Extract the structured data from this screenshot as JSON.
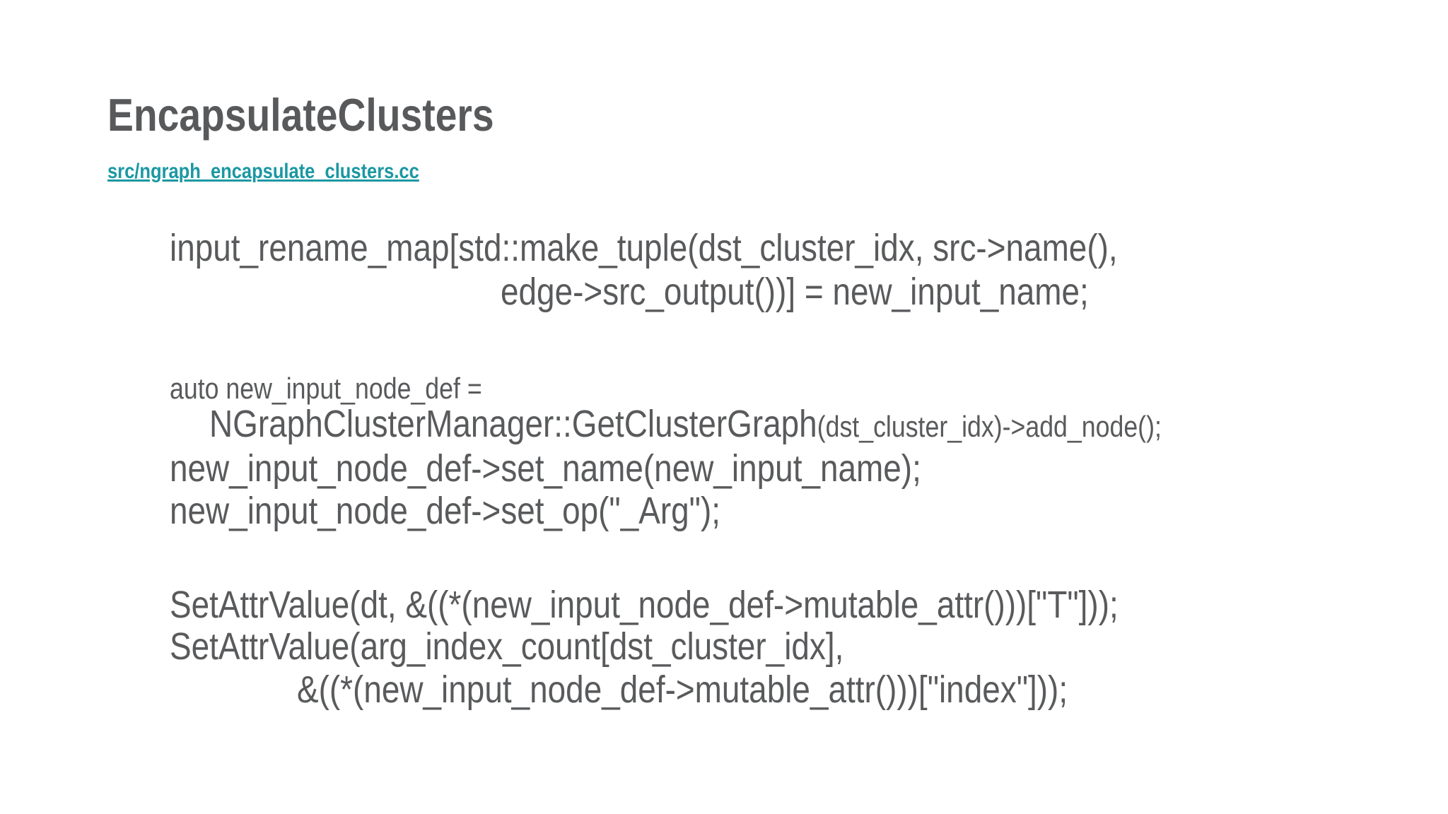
{
  "slide": {
    "title": "EncapsulateClusters",
    "link": {
      "text": "src/ngraph_encapsulate_clusters.cc"
    },
    "code_block_1": {
      "line1": "input_rename_map[std::make_tuple(dst_cluster_idx, src->name(),",
      "line2": "edge->src_output())] = new_input_name;"
    },
    "code_block_2": {
      "line1": "auto new_input_node_def =",
      "line2_large": "NGraphClusterManager::GetClusterGraph",
      "line2_small": "(dst_cluster_idx)->add_node();",
      "line3": "new_input_node_def->set_name(new_input_name);",
      "line4": "new_input_node_def->set_op(\"_Arg\");"
    },
    "code_block_3": {
      "line1": "SetAttrValue(dt, &((*(new_input_node_def->mutable_attr()))[\"T\"]));",
      "line2": "SetAttrValue(arg_index_count[dst_cluster_idx],",
      "line3": "&((*(new_input_node_def->mutable_attr()))[\"index\"]));"
    },
    "colors": {
      "title": "#58595b",
      "code": "#595a5c",
      "link": "#1b98a2",
      "background": "#ffffff"
    }
  }
}
